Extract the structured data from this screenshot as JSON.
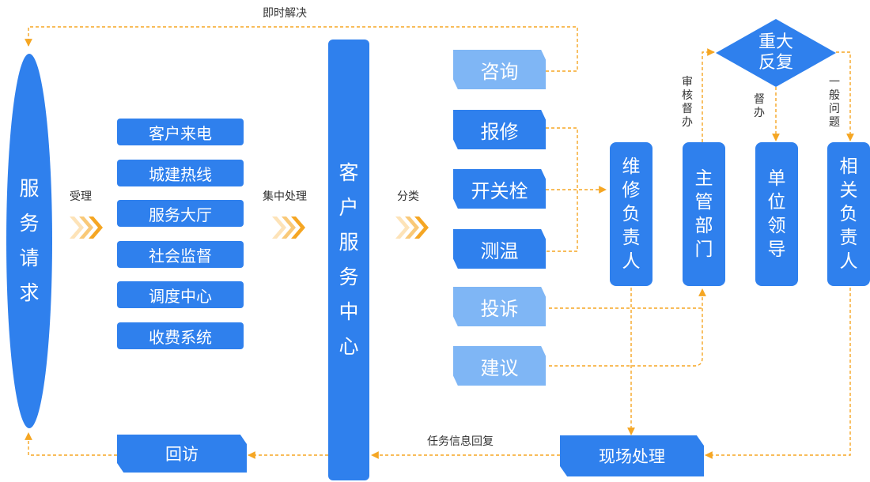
{
  "service_request": [
    "服",
    "务",
    "请",
    "求"
  ],
  "sources": [
    "客户来电",
    "城建热线",
    "服务大厅",
    "社会监督",
    "调度中心",
    "收费系统"
  ],
  "labels": {
    "accept": "受理",
    "centralize": "集中处理",
    "classify": "分类",
    "immediate": "即时解决",
    "task_info_reply": "任务信息回复",
    "review_supervise": [
      "审",
      "核",
      "督",
      "办"
    ],
    "supervise": [
      "督",
      "办"
    ],
    "general_issue": [
      "一",
      "般",
      "问",
      "题"
    ]
  },
  "center": [
    "客",
    "户",
    "服",
    "务",
    "中",
    "心"
  ],
  "categories": [
    "咨询",
    "报修",
    "开关栓",
    "测温",
    "投诉",
    "建议"
  ],
  "roles": {
    "maintenance": [
      "维",
      "修",
      "负",
      "责",
      "人"
    ],
    "department": [
      "主",
      "管",
      "部",
      "门"
    ],
    "leader": [
      "单",
      "位",
      "领",
      "导"
    ],
    "related": [
      "相",
      "关",
      "负",
      "责",
      "人"
    ]
  },
  "major": [
    "重大",
    "反复"
  ],
  "onsite": "现场处理",
  "revisit": "回访",
  "colors": {
    "primary": "#2f80ed",
    "light": "#7fb6f5",
    "accent": "#f5a623"
  }
}
